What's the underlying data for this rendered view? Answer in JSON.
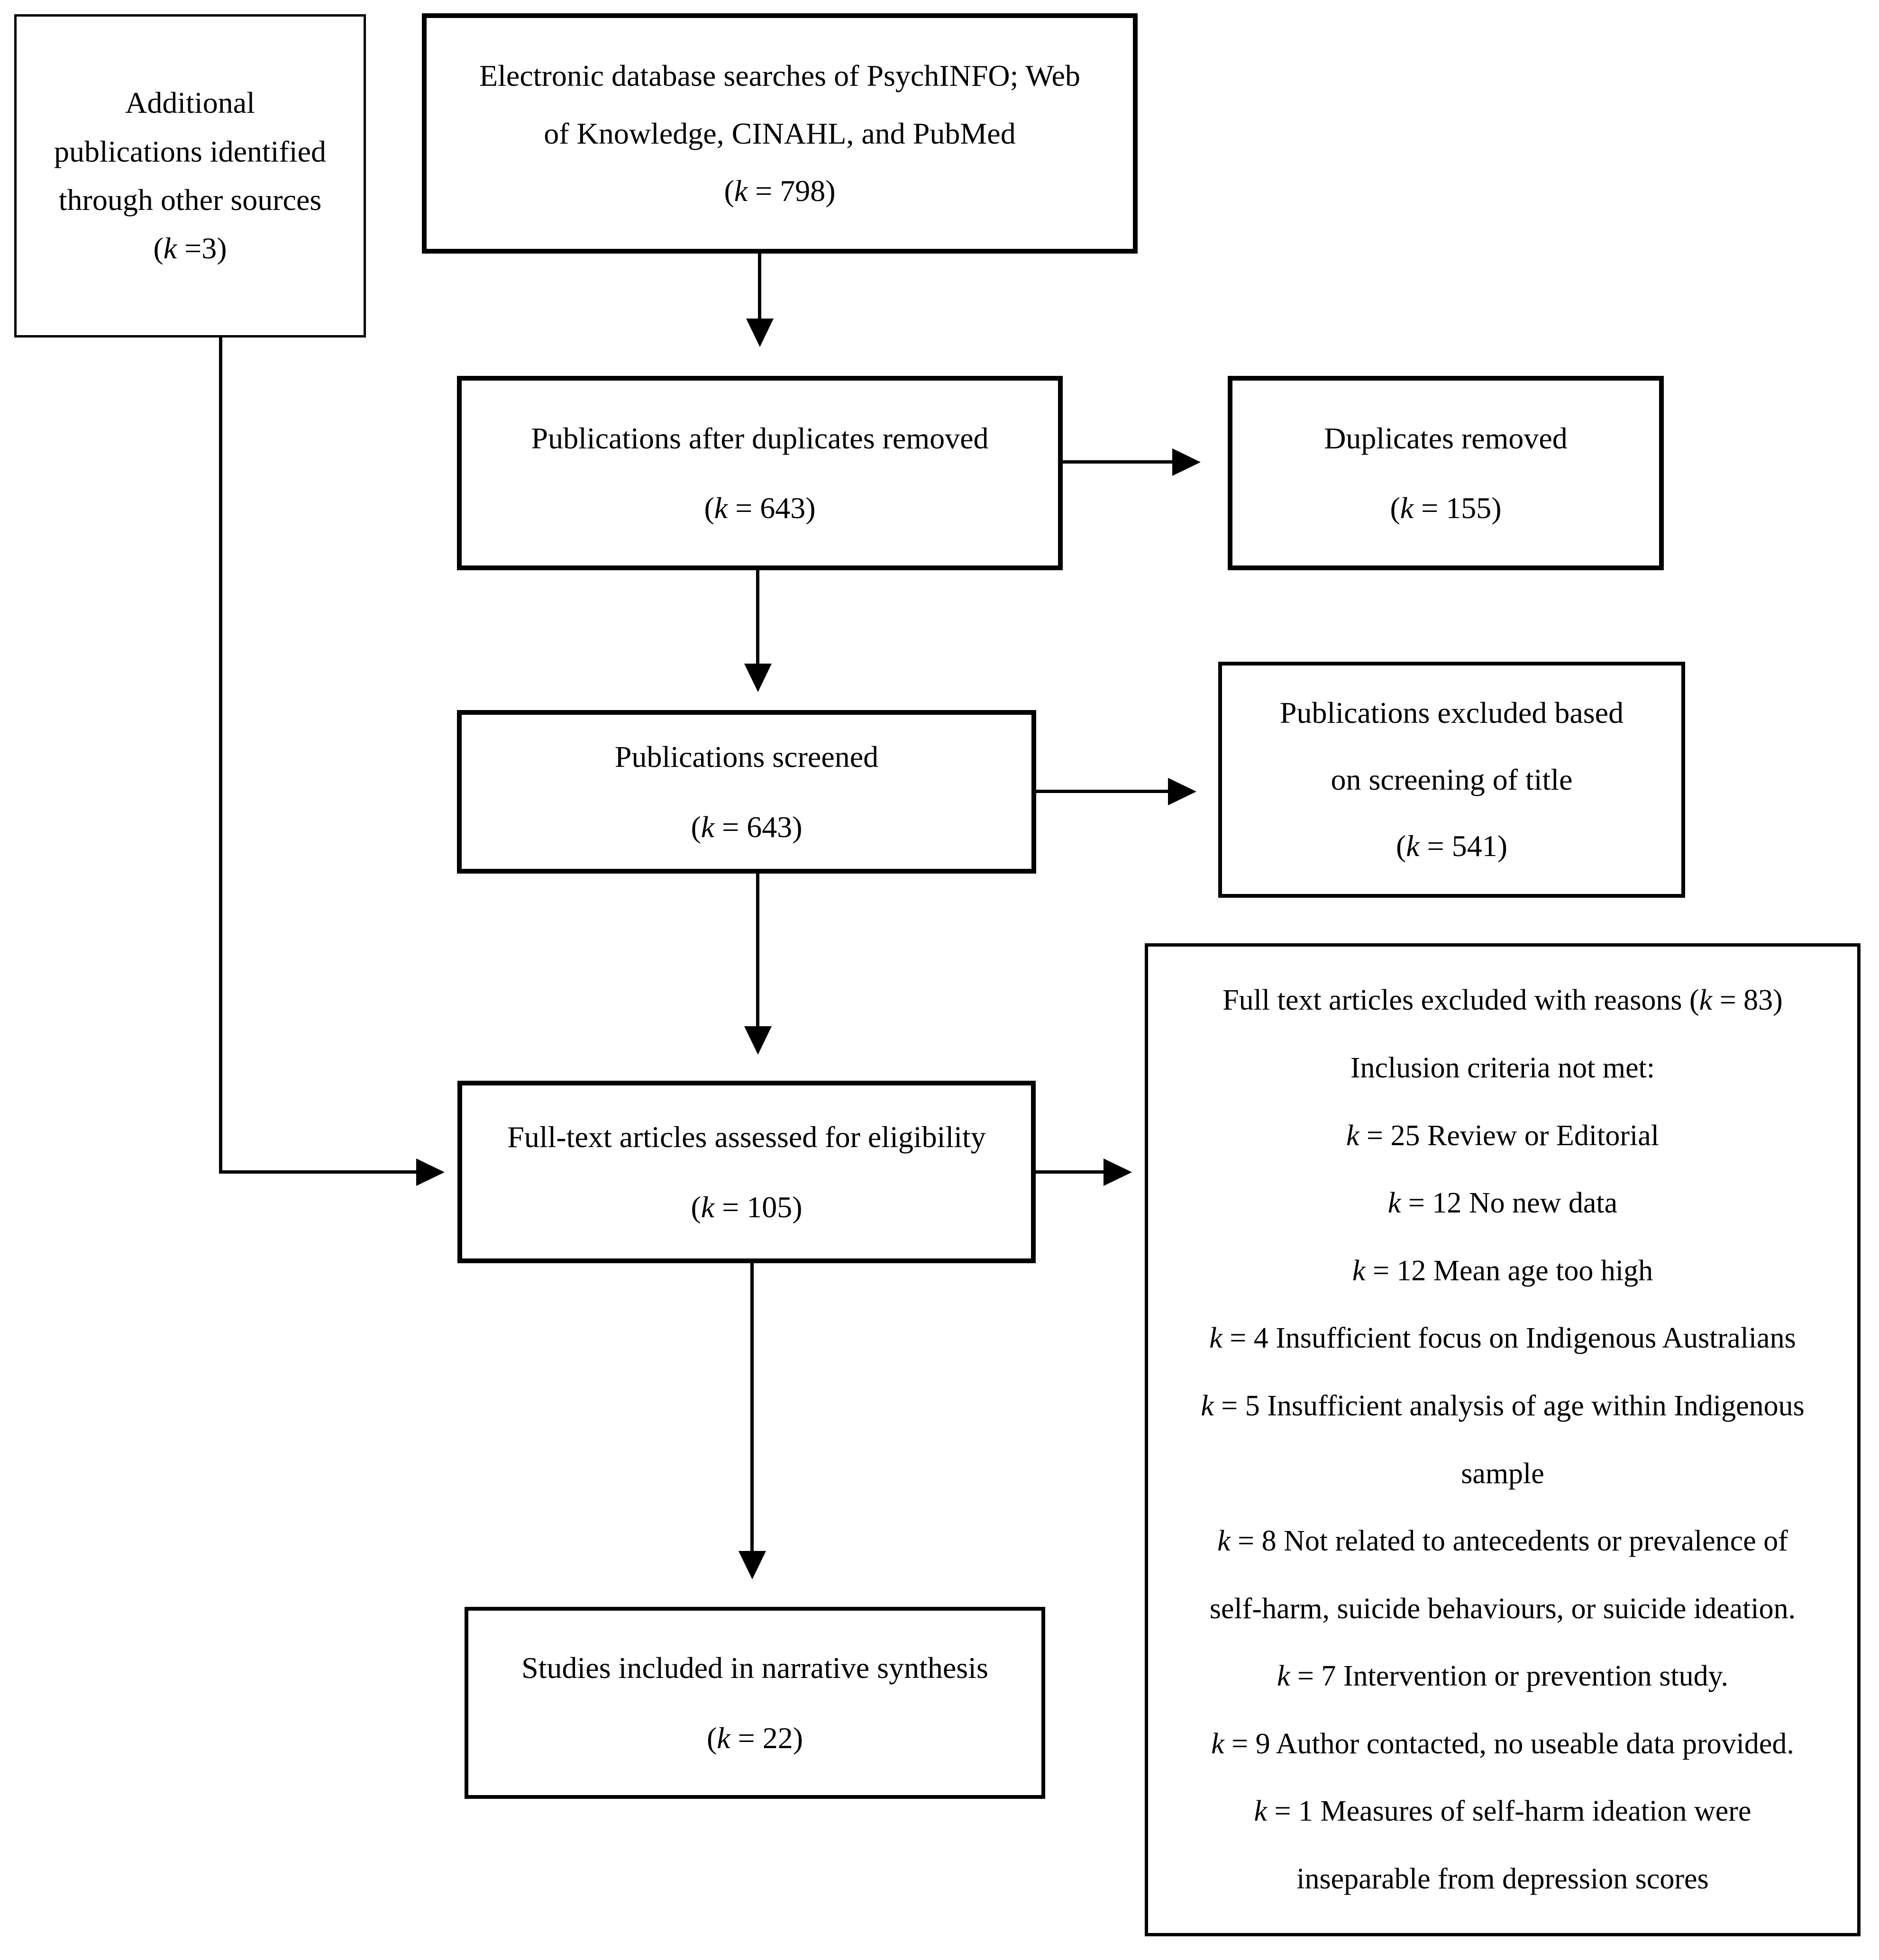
{
  "colors": {
    "ink": "#000000",
    "paper": "#ffffff"
  },
  "boxes": {
    "additional_sources": {
      "lines": [
        "Additional",
        "publications identified",
        "through other sources",
        "(k =3)"
      ]
    },
    "database_search": {
      "lines": [
        "Electronic database searches of PsychINFO; Web",
        "of Knowledge, CINAHL, and PubMed",
        "(k = 798)"
      ]
    },
    "after_duplicates": {
      "lines": [
        "Publications after duplicates removed",
        "(k = 643)"
      ]
    },
    "duplicates_removed": {
      "lines": [
        "Duplicates removed",
        "(k = 155)"
      ]
    },
    "publications_screened": {
      "lines": [
        "Publications screened",
        "(k = 643)"
      ]
    },
    "excluded_title_screening": {
      "lines": [
        "Publications excluded based",
        "on screening of title",
        "(k = 541)"
      ]
    },
    "fulltext_assessed": {
      "lines": [
        "Full-text articles assessed for eligibility",
        "(k = 105)"
      ]
    },
    "fulltext_excluded_reasons": {
      "lines": [
        "Full text articles excluded with reasons (k = 83)",
        "Inclusion criteria not met:",
        "k = 25 Review or Editorial",
        "k = 12 No new data",
        "k = 12 Mean age too high",
        "k = 4 Insufficient focus on Indigenous Australians",
        "k = 5 Insufficient analysis of age within Indigenous",
        "sample",
        "k = 8 Not related to antecedents or prevalence of",
        "self-harm, suicide behaviours, or suicide ideation.",
        "k = 7 Intervention or prevention study.",
        "k = 9 Author contacted, no useable data provided.",
        "k = 1 Measures of self-harm ideation were",
        "inseparable from depression scores"
      ]
    },
    "included_synthesis": {
      "lines": [
        "Studies included in narrative synthesis",
        "(k = 22)"
      ]
    }
  }
}
